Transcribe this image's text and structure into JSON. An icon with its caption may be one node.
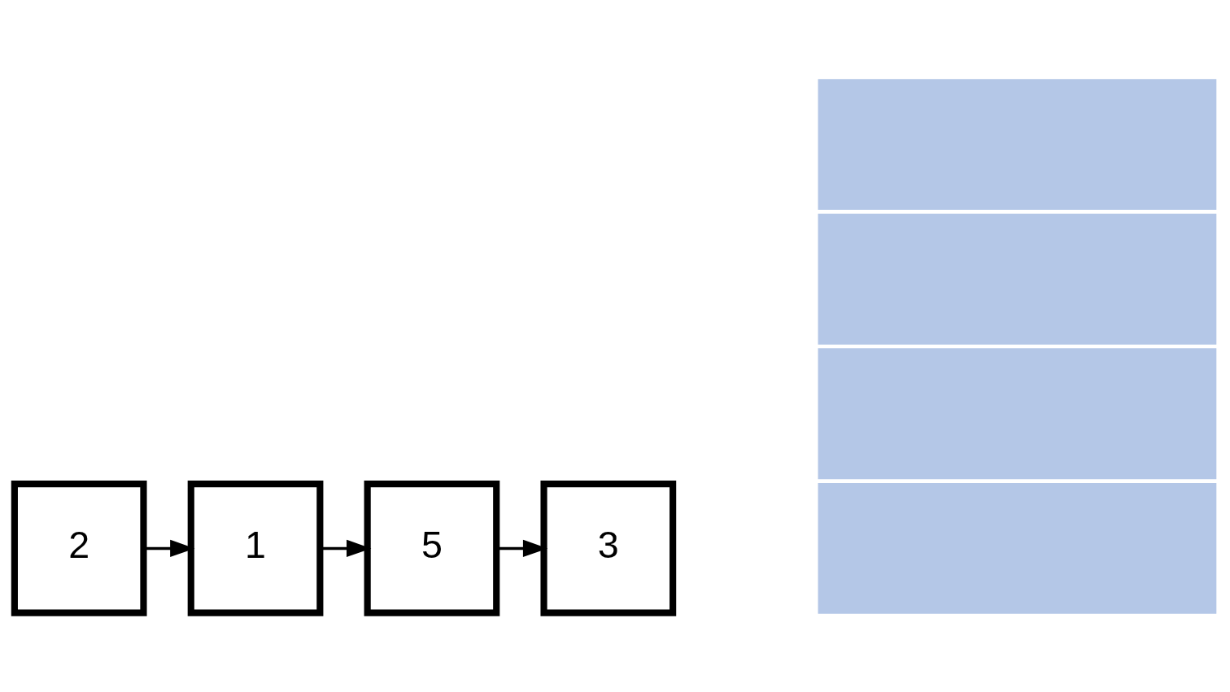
{
  "diagram": {
    "nodes": [
      {
        "text": [
          "2"
        ]
      },
      {
        "text": [
          "1"
        ]
      },
      {
        "text": [
          "5"
        ]
      },
      {
        "text": [
          "3"
        ]
      },
      {
        "text": [],
        "shape": "box"
      },
      {
        "text": [],
        "shape": "box"
      },
      {
        "text": [],
        "shape": "box"
      },
      {
        "text": [],
        "shape": "box"
      }
    ],
    "edges": [
      {
        "from": 0,
        "to": 1,
        "arrow": "to"
      },
      {
        "from": 1,
        "to": 2,
        "arrow": "to"
      },
      {
        "from": 2,
        "to": 3,
        "arrow": "to"
      }
    ]
  }
}
